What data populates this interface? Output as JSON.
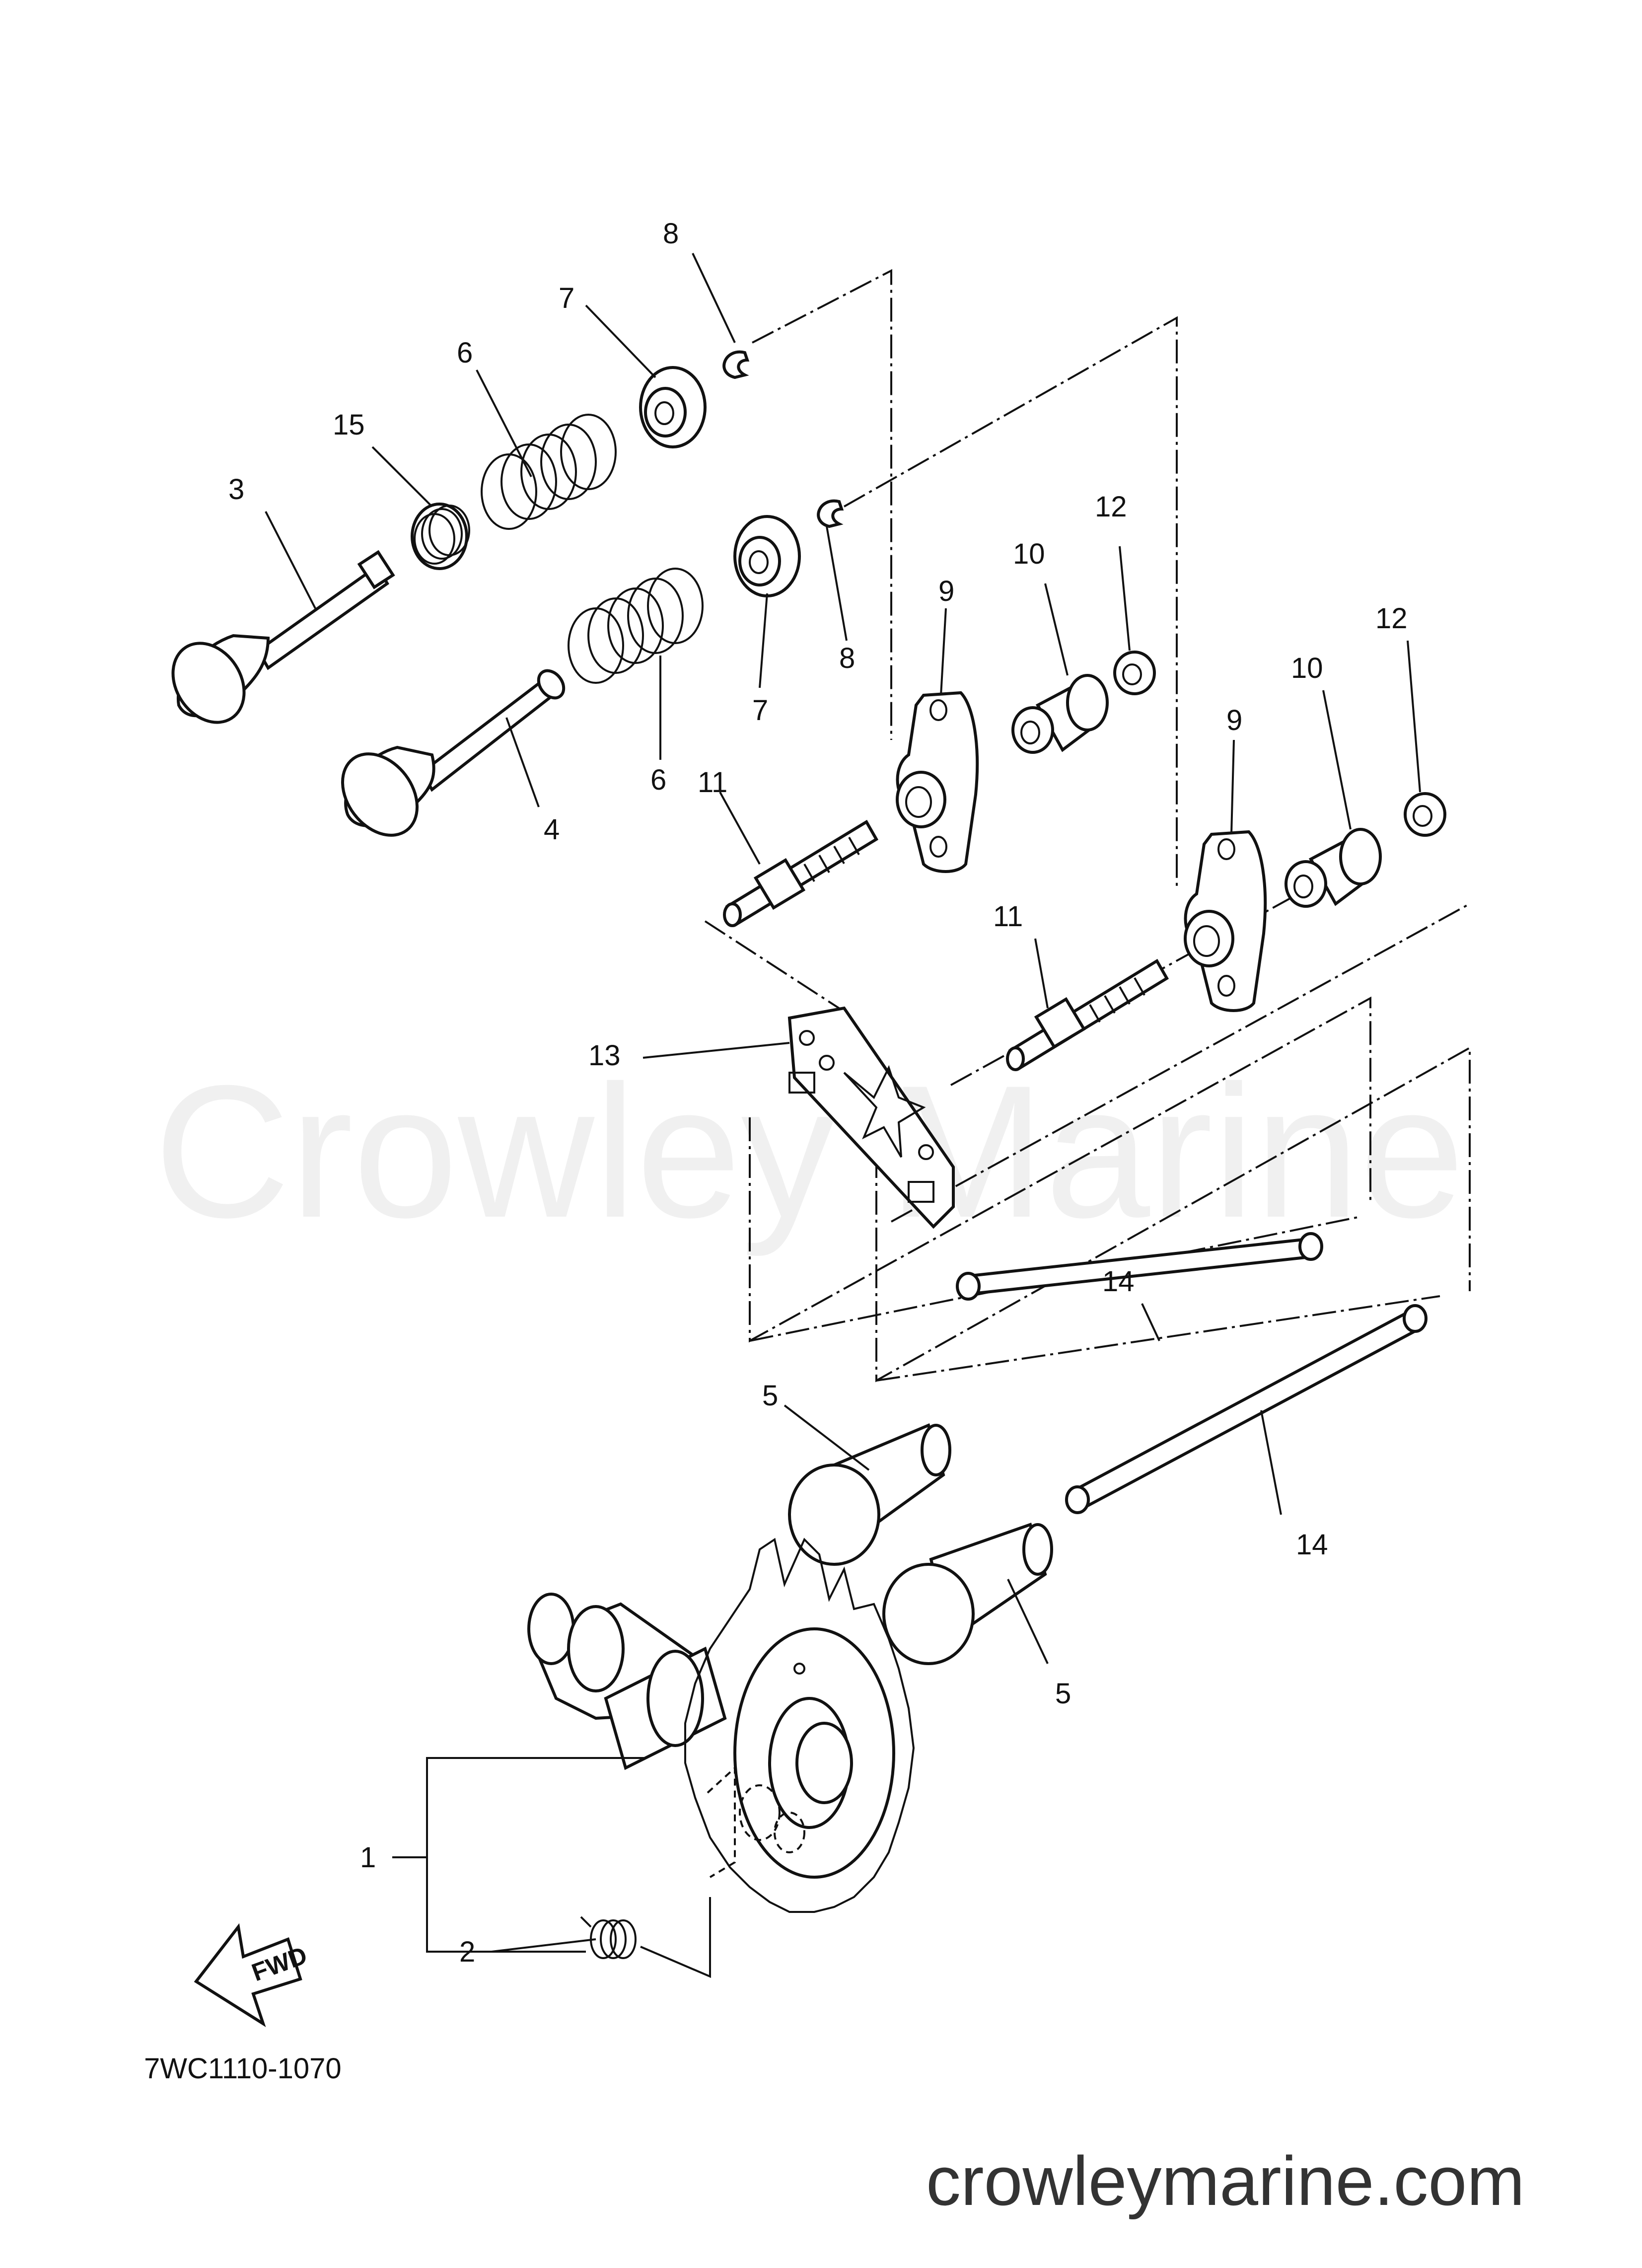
{
  "watermark": "Crowley Marine",
  "website": "crowleymarine.com",
  "drawing_code": "7WC1110-1070",
  "fwd_label": "FWD",
  "callouts": [
    {
      "id": "c1",
      "text": "1"
    },
    {
      "id": "c2",
      "text": "2"
    },
    {
      "id": "c3",
      "text": "3"
    },
    {
      "id": "c4",
      "text": "4"
    },
    {
      "id": "c5a",
      "text": "5"
    },
    {
      "id": "c5b",
      "text": "5"
    },
    {
      "id": "c6a",
      "text": "6"
    },
    {
      "id": "c6b",
      "text": "6"
    },
    {
      "id": "c7a",
      "text": "7"
    },
    {
      "id": "c7b",
      "text": "7"
    },
    {
      "id": "c8a",
      "text": "8"
    },
    {
      "id": "c8b",
      "text": "8"
    },
    {
      "id": "c9a",
      "text": "9"
    },
    {
      "id": "c9b",
      "text": "9"
    },
    {
      "id": "c10a",
      "text": "10"
    },
    {
      "id": "c10b",
      "text": "10"
    },
    {
      "id": "c11a",
      "text": "11"
    },
    {
      "id": "c11b",
      "text": "11"
    },
    {
      "id": "c12a",
      "text": "12"
    },
    {
      "id": "c12b",
      "text": "12"
    },
    {
      "id": "c13",
      "text": "13"
    },
    {
      "id": "c14a",
      "text": "14"
    },
    {
      "id": "c14b",
      "text": "14"
    },
    {
      "id": "c15",
      "text": "15"
    }
  ]
}
